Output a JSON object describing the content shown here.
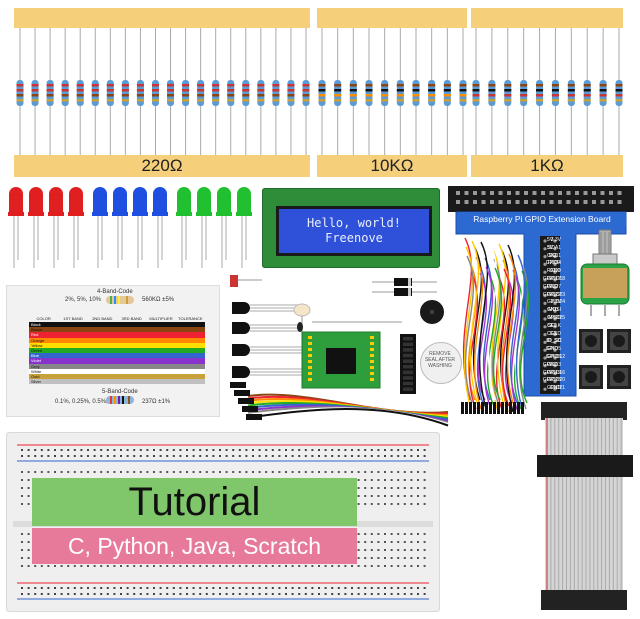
{
  "resistors": {
    "labels": [
      "220Ω",
      "10KΩ",
      "1KΩ"
    ]
  },
  "lcd": {
    "line1": "Hello, world!",
    "line2": "Freenove"
  },
  "gpio": {
    "title": "Raspberry Pi GPIO Extension Board",
    "pins_left": [
      "3.3V",
      "SDA1",
      "SCL1",
      "GPIO4",
      "GND",
      "GPIO17",
      "GPIO27",
      "GPIO22",
      "3.3V",
      "MOSI",
      "MISO",
      "SCLK",
      "GND",
      "ID_SD",
      "GPIO5",
      "GPIO6",
      "GPIO13",
      "GPIO19",
      "GPIO26",
      "GND"
    ],
    "pins_right": [
      "5V",
      "5V",
      "GND",
      "TXD0",
      "RXD0",
      "GPIO18",
      "GND",
      "GPIO23",
      "GPIO24",
      "GND",
      "GPIO25",
      "CE0",
      "CE1",
      "ID_SC",
      "GND",
      "GPIO12",
      "GND",
      "GPIO16",
      "GPIO20",
      "GPIO21"
    ]
  },
  "buzzer_sticker": "REMOVE SEAL AFTER WASHING",
  "color_code_chart": {
    "top_label": "4-Band-Code",
    "top_example_left": "2%, 5%, 10%",
    "top_example_right": "560KΩ ±5%",
    "headers": [
      "COLOR",
      "1ST BAND",
      "2ND BAND",
      "3RD BAND",
      "MULTIPLIER",
      "TOLERANCE"
    ],
    "rows": [
      "Black",
      "Brown",
      "Red",
      "Orange",
      "Yellow",
      "Green",
      "Blue",
      "Violet",
      "Grey",
      "White",
      "Gold",
      "Silver"
    ],
    "bottom_label": "5-Band-Code",
    "bottom_example_left": "0.1%, 0.25%, 0.5%, 1%",
    "bottom_example_right": "237Ω ±1%"
  },
  "tutorial": {
    "title": "Tutorial",
    "languages": "C, Python, Java, Scratch"
  },
  "colors": {
    "tape": "#f5cf7a",
    "lcd_pcb": "#2f8d3a",
    "lcd_screen": "#2f50d8",
    "gpio_board": "#2c6ad2",
    "tutorial_green": "#7fc76a",
    "tutorial_pink": "#e77a9b"
  }
}
